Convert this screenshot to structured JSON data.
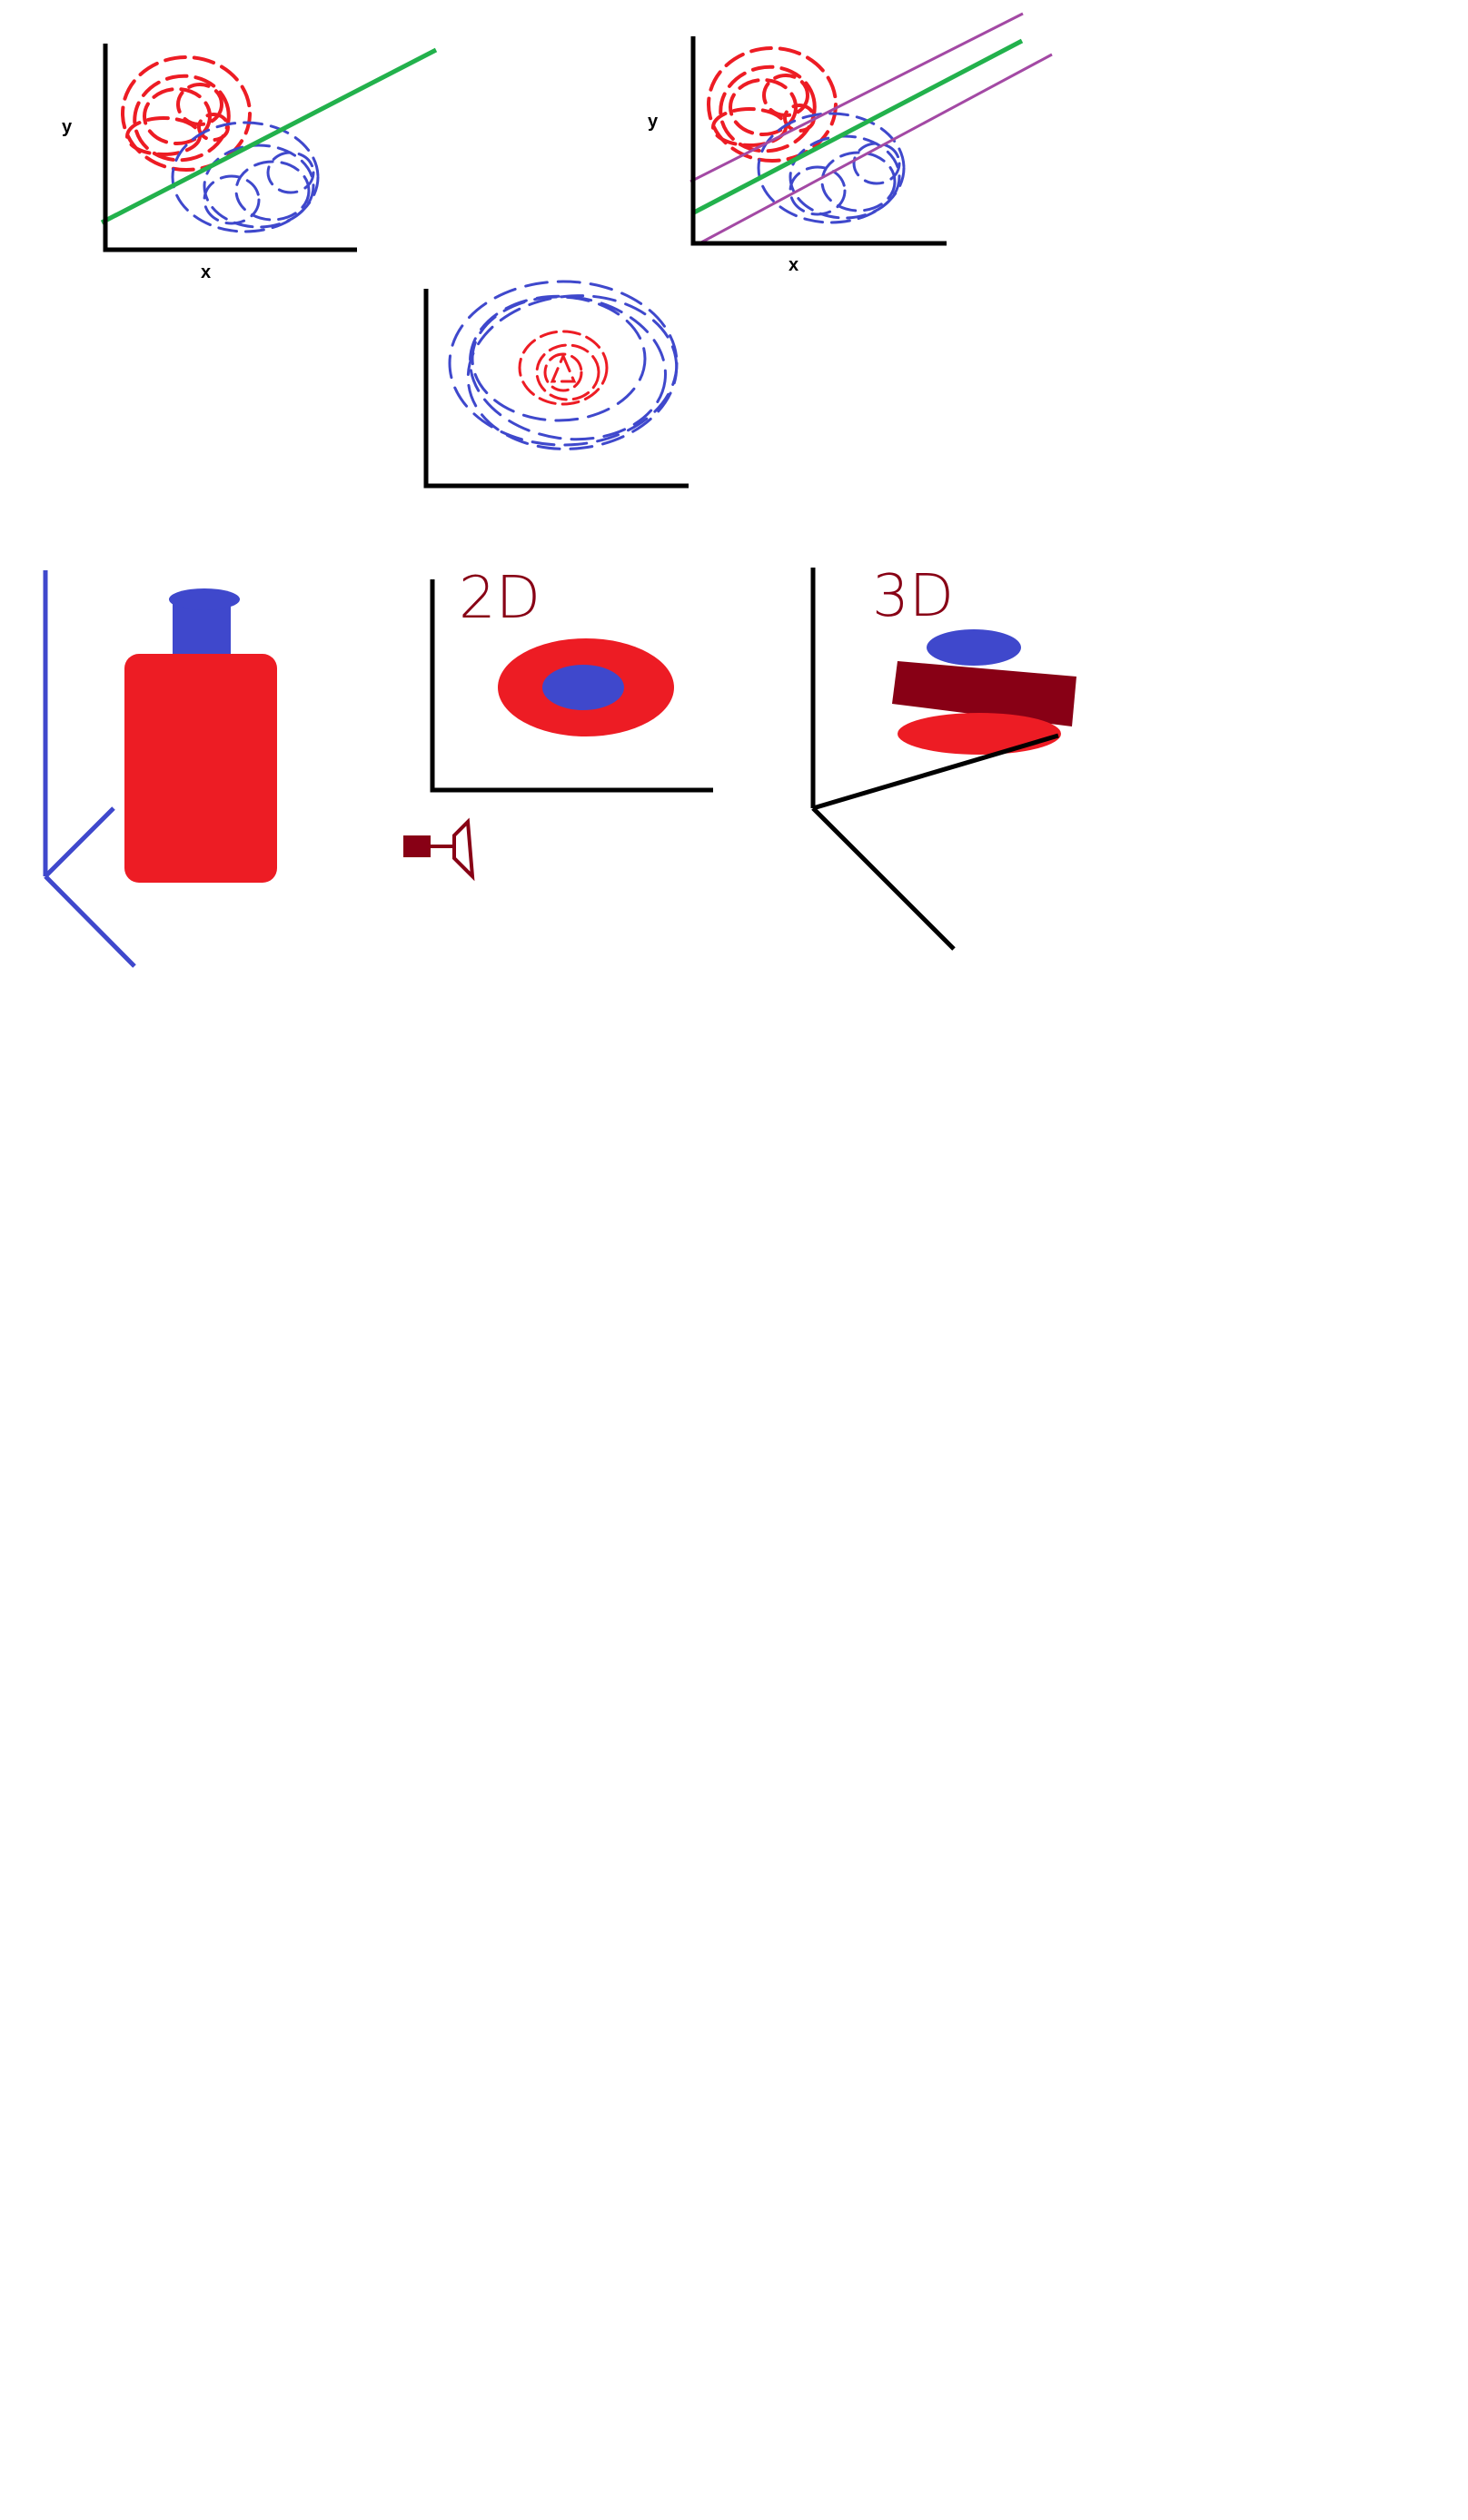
{
  "colors": {
    "red": "#ed1c24",
    "blue": "#3f48cc",
    "green": "#22b14c",
    "purple": "#a349a4",
    "dark_red": "#880015",
    "black": "#000000",
    "background": "#ffffff"
  },
  "panels": {
    "linear_separator": {
      "x_label": "x",
      "y_label": "y"
    },
    "margin_separator": {
      "x_label": "x",
      "y_label": "y"
    },
    "concentric_clusters": {},
    "bottle_3d": {},
    "projection_2d": {
      "label": "2D"
    },
    "projection_3d": {
      "label": "3D"
    }
  }
}
